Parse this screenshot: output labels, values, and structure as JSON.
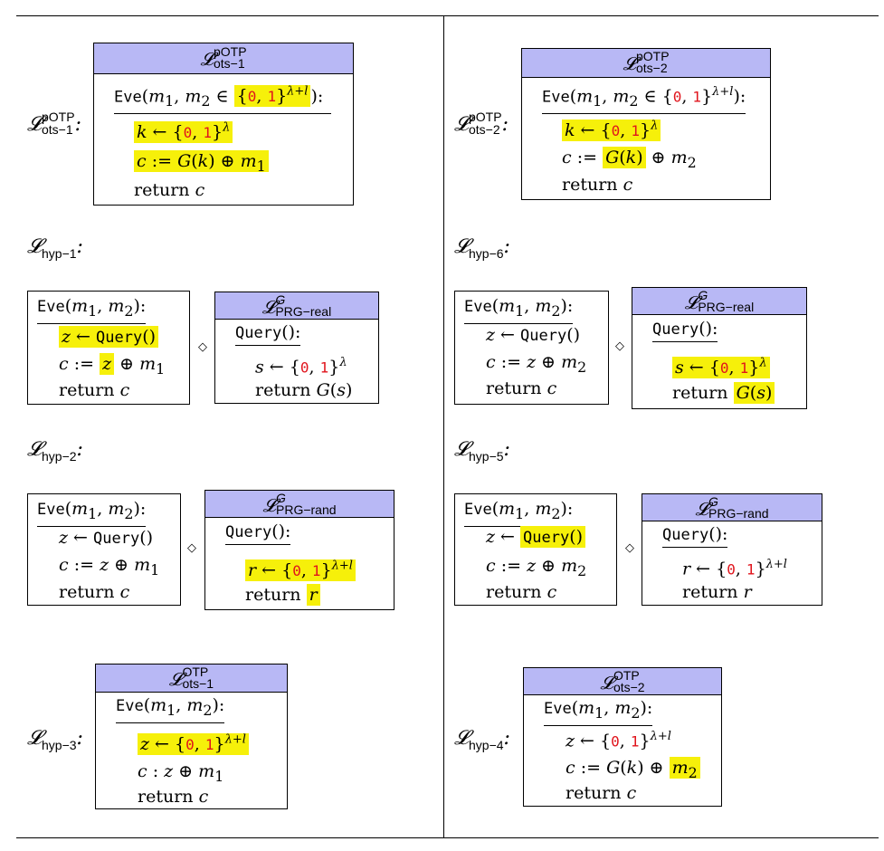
{
  "figure": {
    "highlight_color": "#f6f00a",
    "header_color": "#b8b8f5",
    "bit_color": "#e0141c"
  },
  "hyps": {
    "ots1": {
      "name": "pOTP",
      "sub": "ots−1"
    },
    "ots2": {
      "name": "pOTP",
      "sub": "ots−2"
    },
    "h1": "hyp−1",
    "h2": "hyp−2",
    "h3": "hyp−3",
    "h4": "hyp−4",
    "h5": "hyp−5",
    "h6": "hyp−6"
  },
  "libs": {
    "prg_real": {
      "sup": "G",
      "sub": "PRG−real"
    },
    "prg_rand": {
      "sup": "G",
      "sub": "PRG−rand"
    },
    "otp1": {
      "sup": "OTP",
      "sub": "ots−1"
    },
    "otp2": {
      "sup": "OTP",
      "sub": "ots−2"
    }
  },
  "code": {
    "eve": "Eve",
    "query": "Query",
    "ret": "return",
    "zero": "0",
    "one": "1"
  }
}
